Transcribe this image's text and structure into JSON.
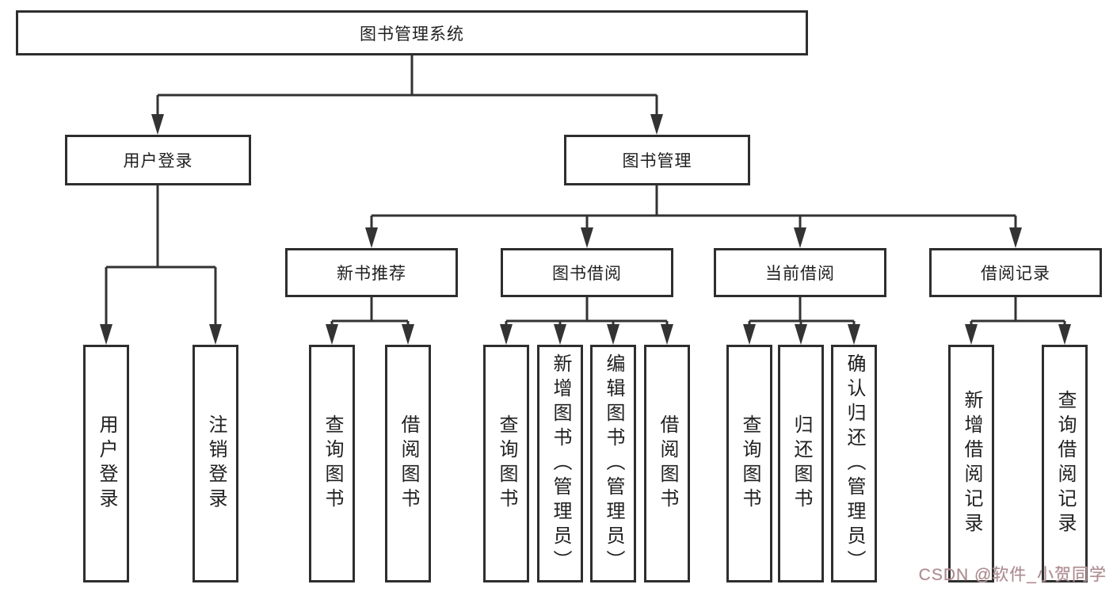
{
  "diagram": {
    "type": "tree",
    "watermark": "CSDN @软件_小贺同学",
    "colors": {
      "background": "#ffffff",
      "line": "#333333",
      "box_border": "#2e2e2e",
      "box_fill": "#ffffff",
      "text": "#1f1f1f",
      "watermark": "#ab8d90"
    },
    "tree": {
      "label": "图书管理系统",
      "children": [
        {
          "label": "用户登录",
          "children": [
            {
              "label": "用户登录"
            },
            {
              "label": "注销登录"
            }
          ]
        },
        {
          "label": "图书管理",
          "children": [
            {
              "label": "新书推荐",
              "children": [
                {
                  "label": "查询图书"
                },
                {
                  "label": "借阅图书"
                }
              ]
            },
            {
              "label": "图书借阅",
              "children": [
                {
                  "label": "查询图书"
                },
                {
                  "label": "新增图书（管理员）"
                },
                {
                  "label": "编辑图书（管理员）"
                },
                {
                  "label": "借阅图书"
                }
              ]
            },
            {
              "label": "当前借阅",
              "children": [
                {
                  "label": "查询图书"
                },
                {
                  "label": "归还图书"
                },
                {
                  "label": "确认归还（管理员）"
                }
              ]
            },
            {
              "label": "借阅记录",
              "children": [
                {
                  "label": "新增借阅记录"
                },
                {
                  "label": "查询借阅记录"
                }
              ]
            }
          ]
        }
      ]
    }
  }
}
